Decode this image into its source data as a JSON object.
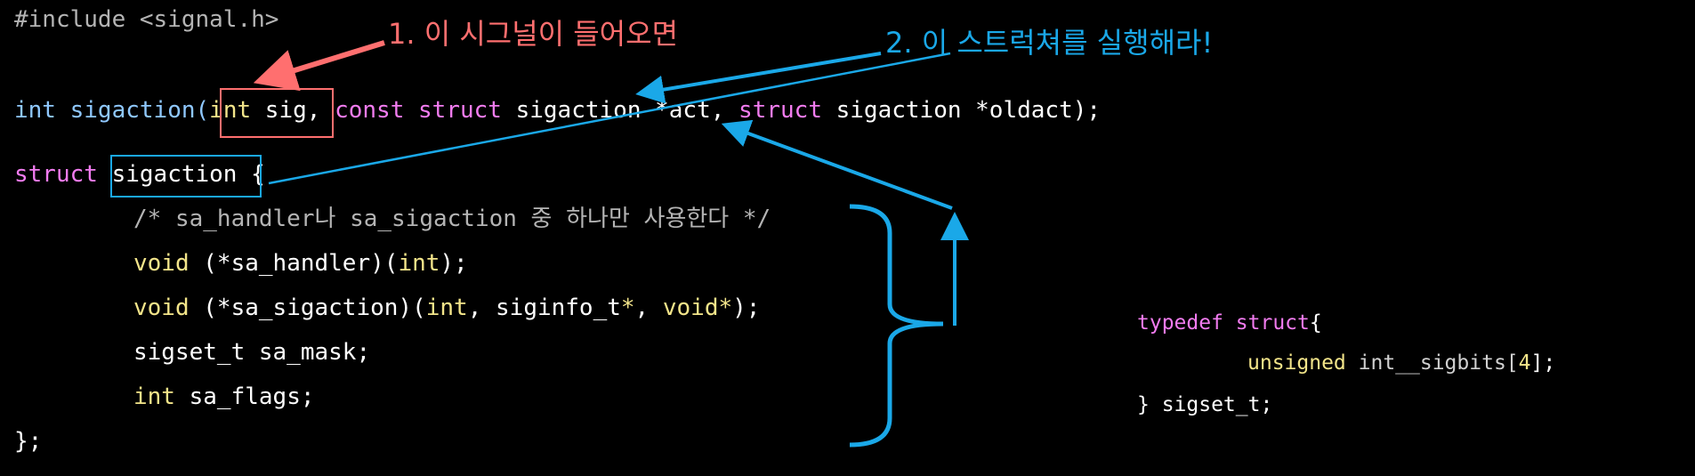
{
  "colors": {
    "background": "#000000",
    "text": "#ffffff",
    "comment": "#b4b4b4",
    "keyword_blue": "#8fc8ff",
    "keyword_pink": "#f27cf0",
    "keyword_yellow": "#f3e58a",
    "annotation_red": "#ff6f6f",
    "annotation_blue": "#1aa8e8"
  },
  "code": {
    "include_line": "#include <signal.h>",
    "proto": {
      "ret_type": "int",
      "fn_name": "sigaction(",
      "param1_type": "int",
      "param1_name": " sig,",
      "param2_const": "const",
      "param2_struct": "struct",
      "param2_rest": " sigaction *act, ",
      "param3_struct": "struct",
      "param3_rest": " sigaction *oldact);"
    },
    "struct_def": {
      "struct_kw": "struct",
      "name": "sigaction",
      "open_brace": " {",
      "comment": "/* sa_handler나 sa_sigaction 중 하나만 사용한다 */",
      "line1_void": "void",
      "line1_a": " (*sa_handler)(",
      "line1_int": "int",
      "line1_b": ");",
      "line2_void": "void",
      "line2_a": " (*sa_sigaction)(",
      "line2_int": "int",
      "line2_b": ", siginfo_t",
      "line2_star": "*",
      "line2_c": ", ",
      "line2_void2": "void",
      "line2_star2": "*",
      "line2_d": ");",
      "line3": "sigset_t sa_mask;",
      "line4_int": "int",
      "line4_rest": " sa_flags;",
      "close": "};"
    },
    "typedef": {
      "head_kw1": "typedef",
      "head_kw2": "struct",
      "head_brace": "{",
      "member_kw": "unsigned",
      "member_rest_a": " int__sigbits[",
      "member_num": "4",
      "member_rest_b": "];",
      "close": "} sigset_t;"
    }
  },
  "annotations": {
    "note1": "1. 이 시그널이 들어오면",
    "note2": "2. 이 스트럭쳐를 실행해라!"
  }
}
